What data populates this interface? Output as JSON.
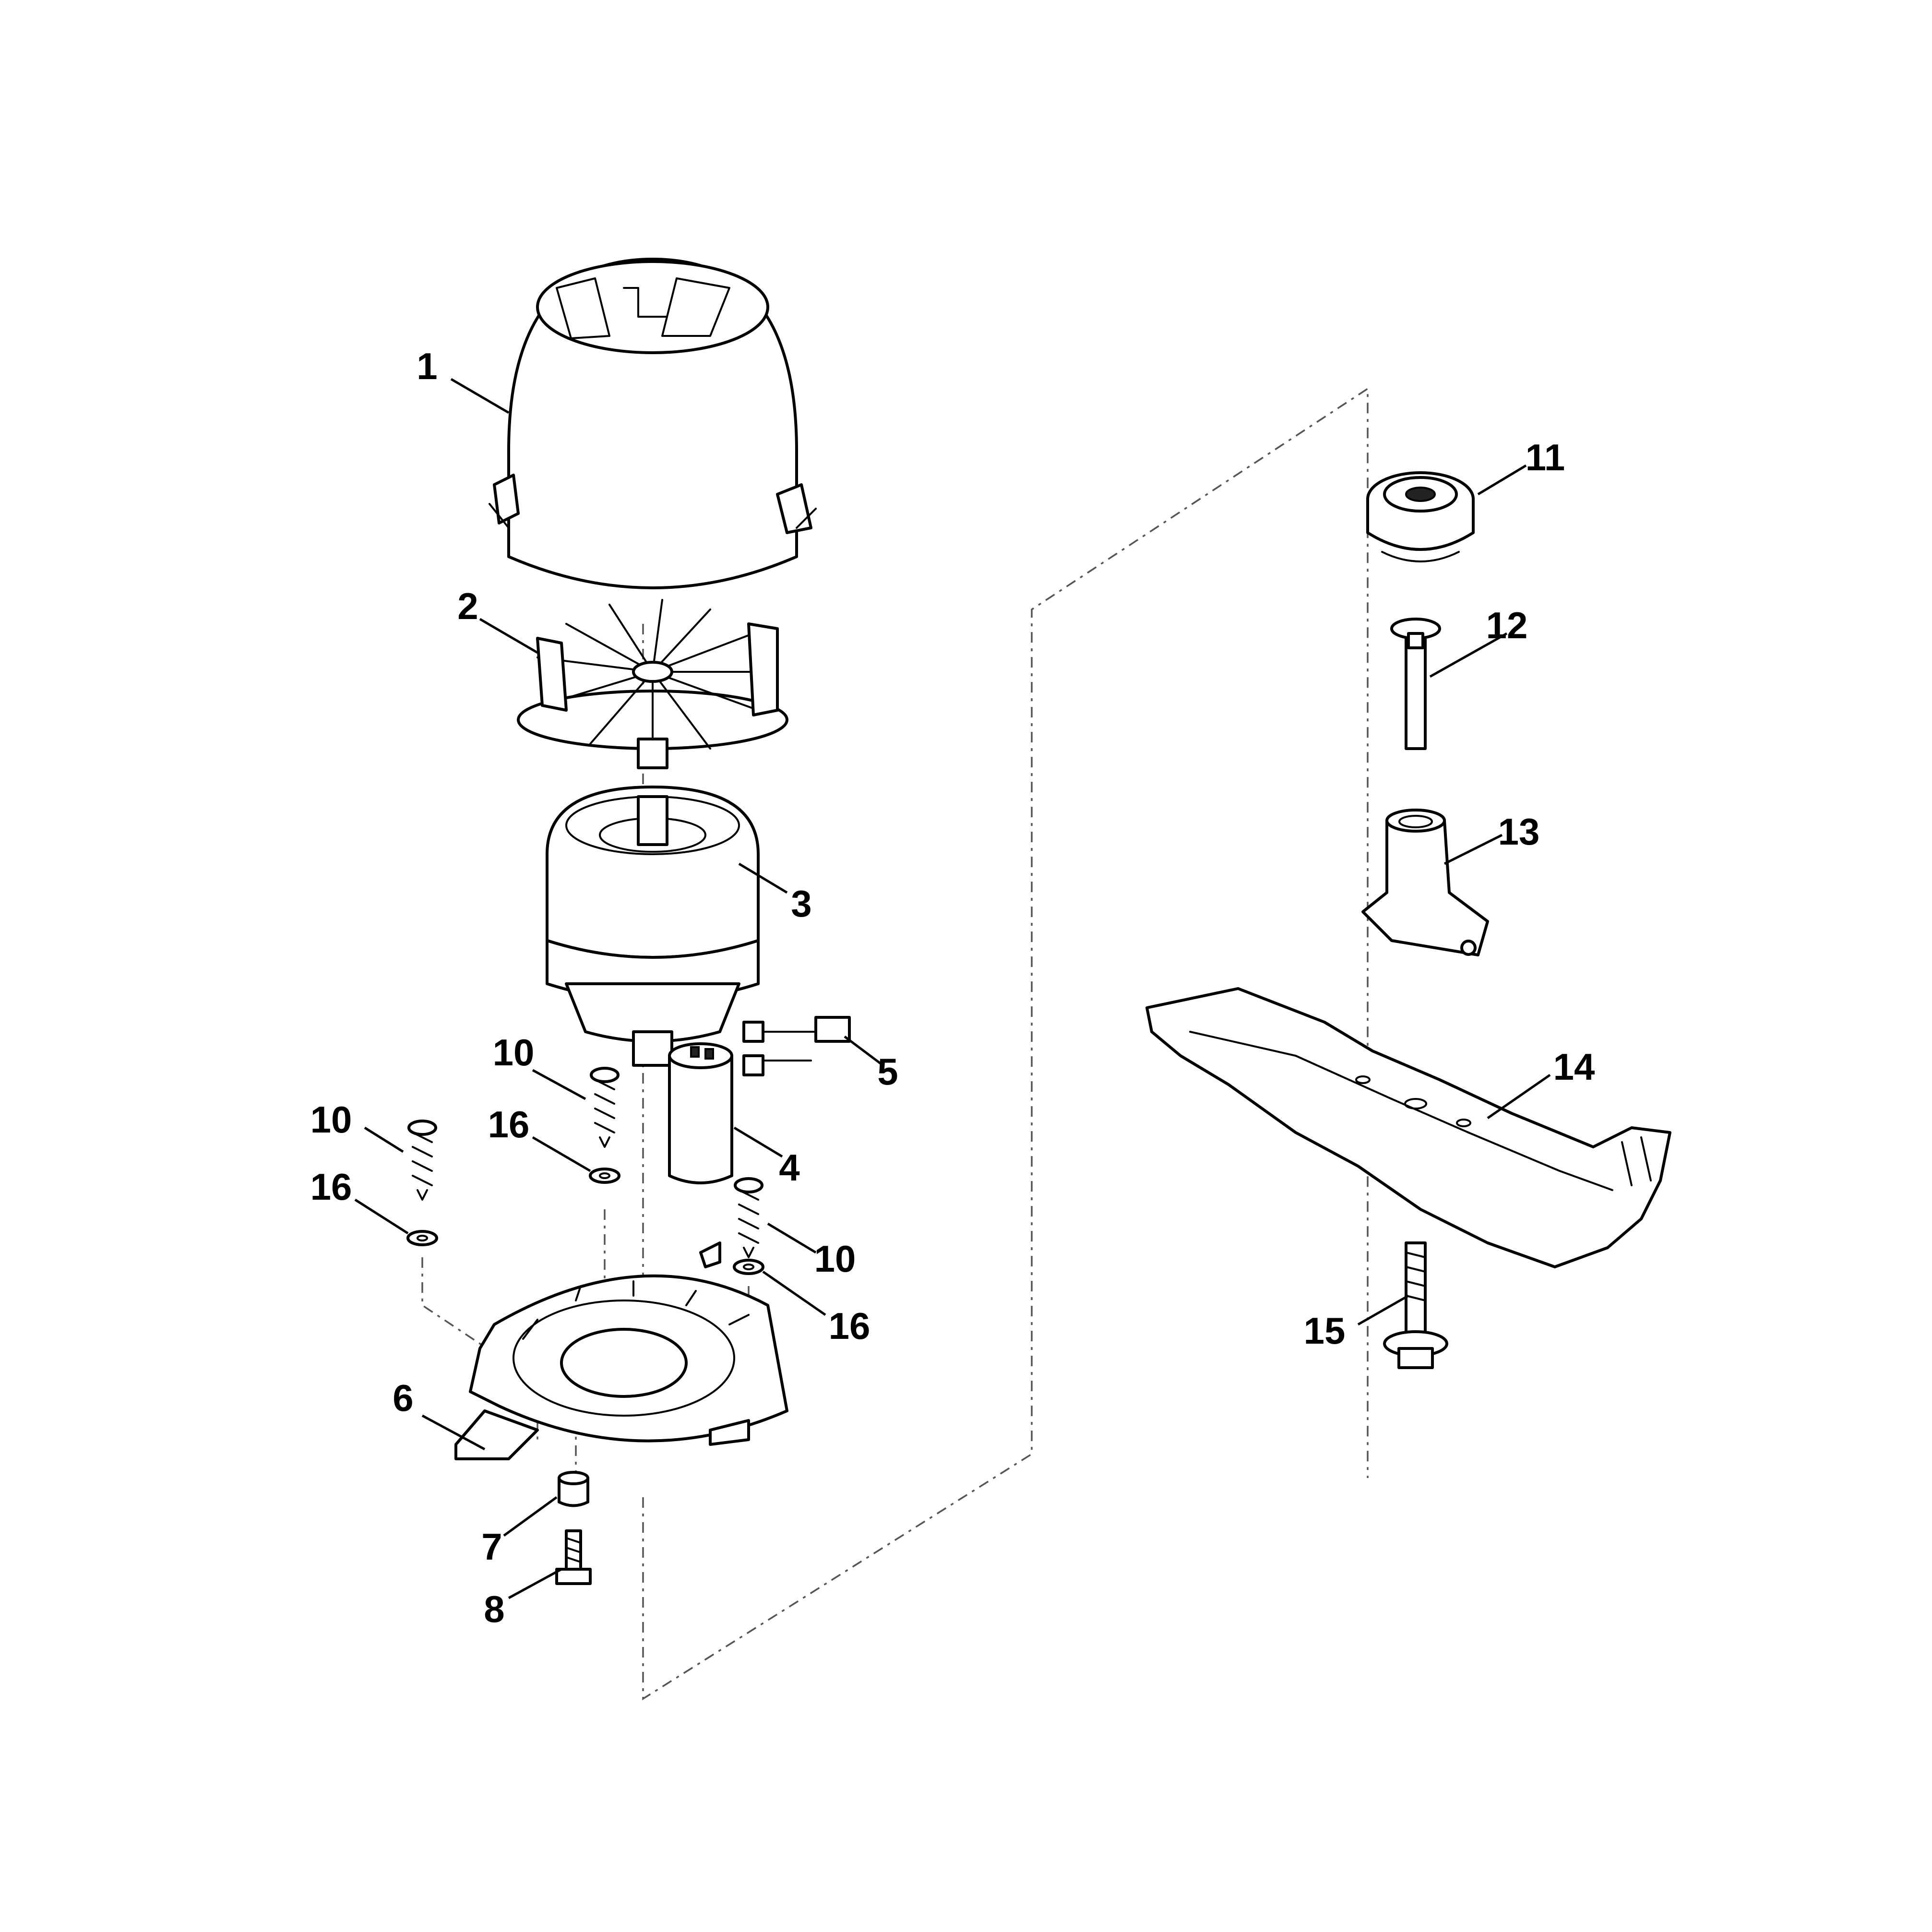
{
  "colors": {
    "line": "#000000",
    "background": "#ffffff",
    "axis": "#555555"
  },
  "callouts": [
    {
      "id": "c1",
      "text": "1"
    },
    {
      "id": "c2",
      "text": "2"
    },
    {
      "id": "c3",
      "text": "3"
    },
    {
      "id": "c4",
      "text": "4"
    },
    {
      "id": "c5",
      "text": "5"
    },
    {
      "id": "c6",
      "text": "6"
    },
    {
      "id": "c7",
      "text": "7"
    },
    {
      "id": "c8",
      "text": "8"
    },
    {
      "id": "c10a",
      "text": "10"
    },
    {
      "id": "c10b",
      "text": "10"
    },
    {
      "id": "c10c",
      "text": "10"
    },
    {
      "id": "c11",
      "text": "11"
    },
    {
      "id": "c12",
      "text": "12"
    },
    {
      "id": "c13",
      "text": "13"
    },
    {
      "id": "c14",
      "text": "14"
    },
    {
      "id": "c15",
      "text": "15"
    },
    {
      "id": "c16a",
      "text": "16"
    },
    {
      "id": "c16b",
      "text": "16"
    },
    {
      "id": "c16c",
      "text": "16"
    }
  ]
}
